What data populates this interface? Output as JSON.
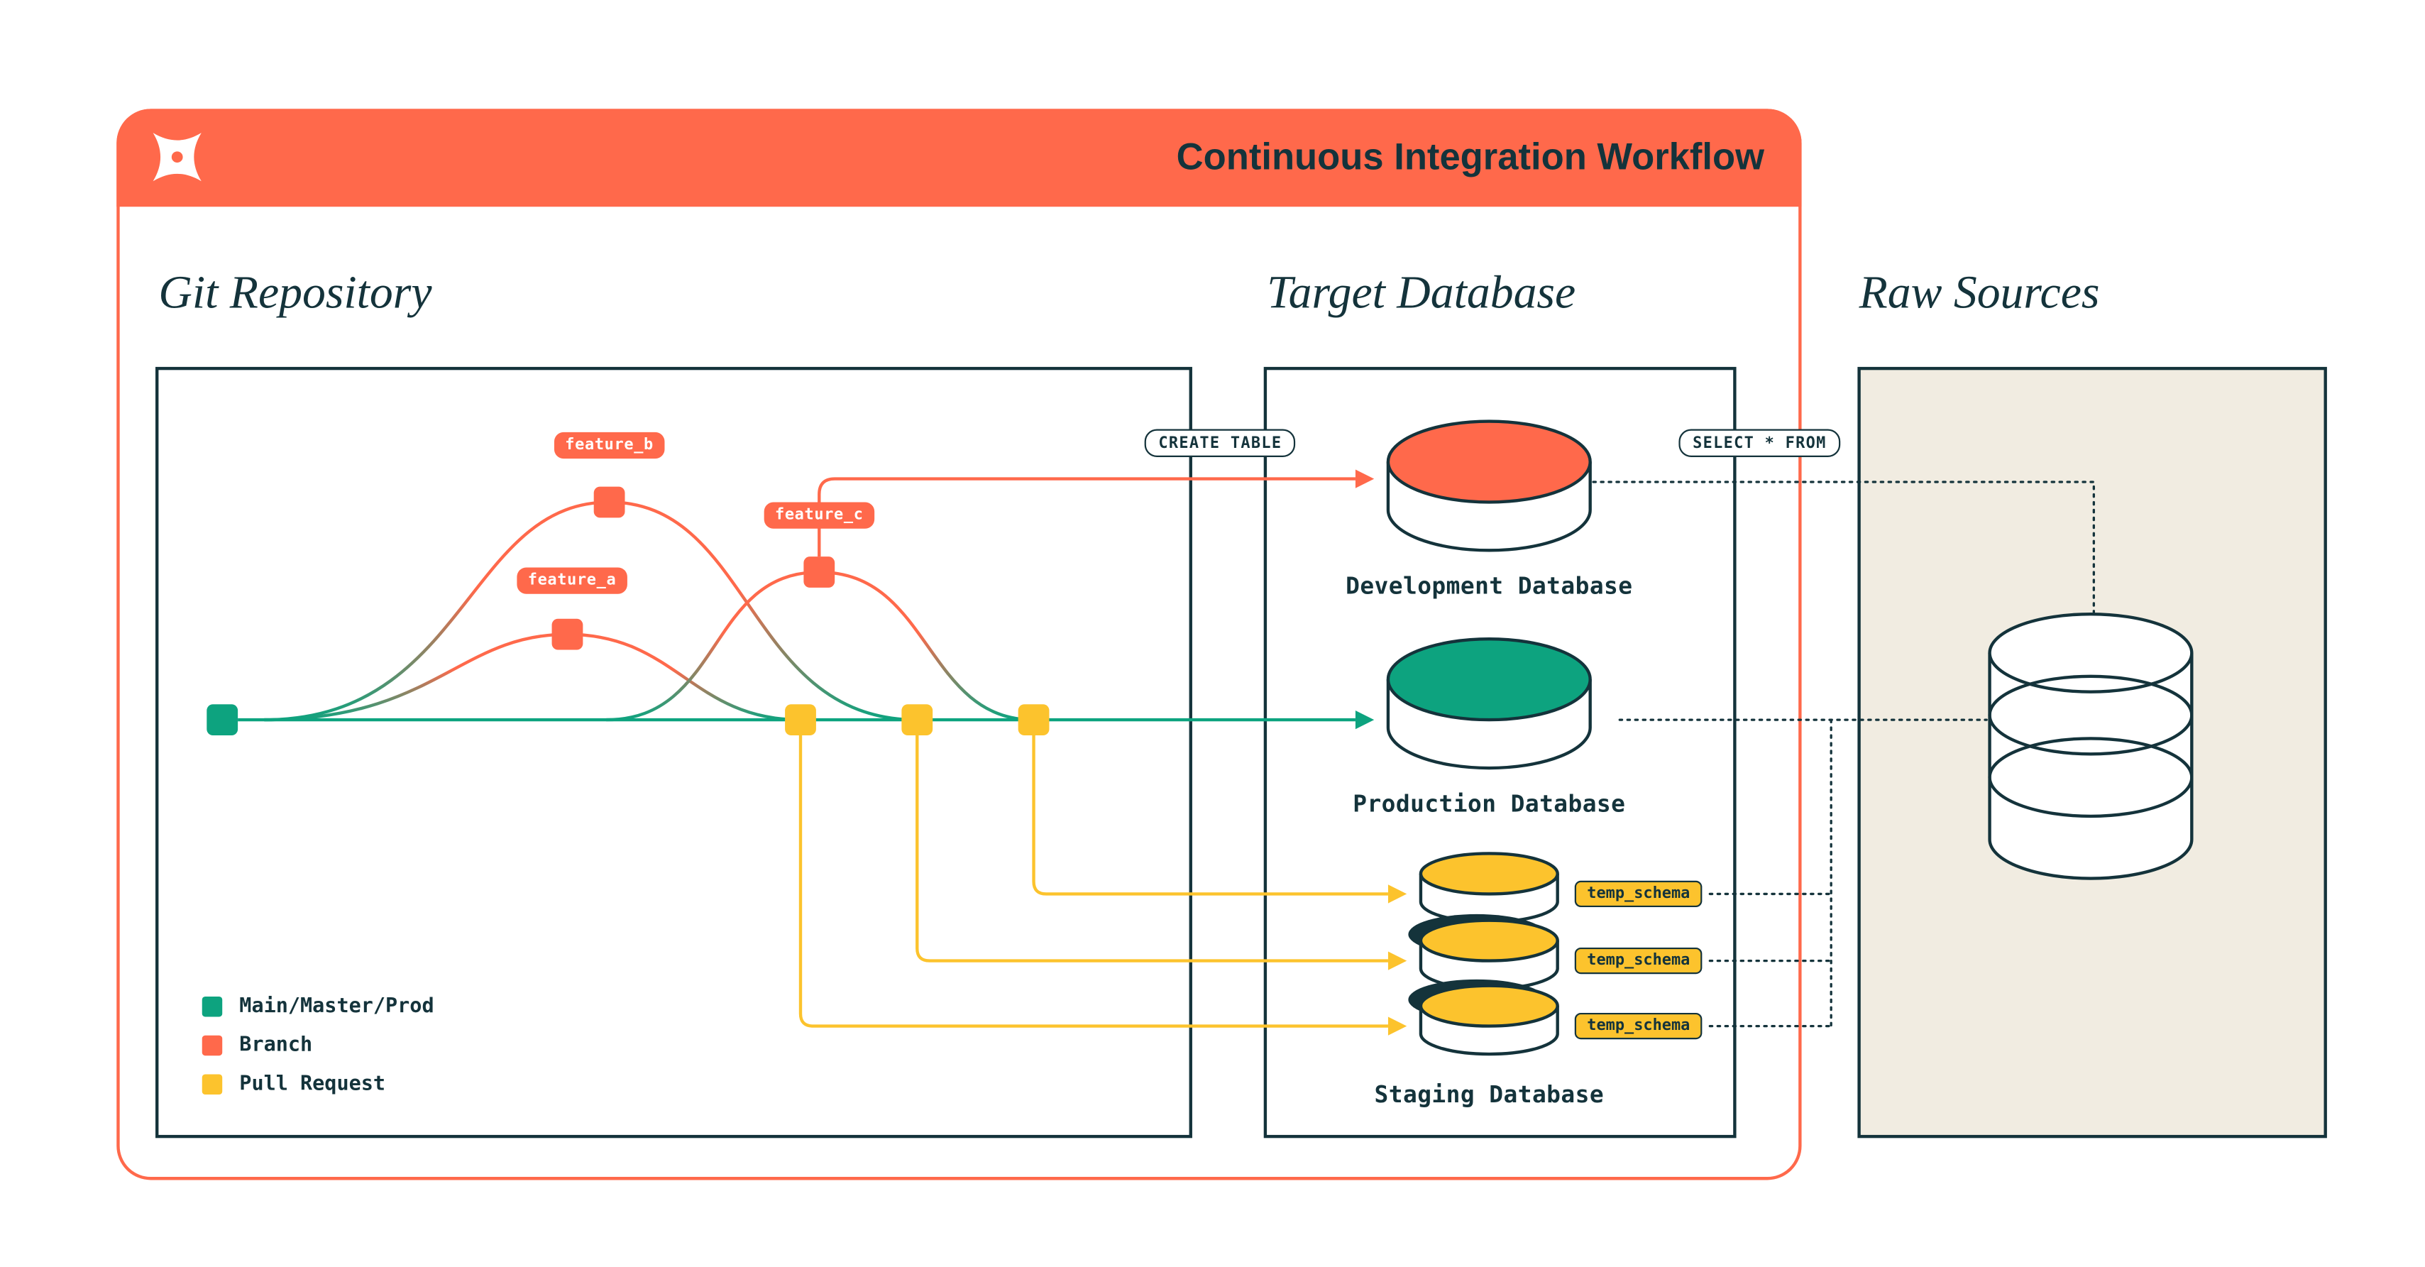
{
  "header": {
    "title": "Continuous Integration Workflow",
    "logo": "dbt-logo",
    "brand_color": "#FF694B"
  },
  "colors": {
    "orange": "#FF694B",
    "green": "#0DA37F",
    "yellow": "#FCC32D",
    "ink": "#14333B",
    "beige": "#F1ECE1"
  },
  "git_repository": {
    "heading": "Git Repository",
    "branch_labels": {
      "feature_a": "feature_a",
      "feature_b": "feature_b",
      "feature_c": "feature_c"
    },
    "legend": [
      {
        "label": "Main/Master/Prod",
        "color": "#0DA37F"
      },
      {
        "label": "Branch",
        "color": "#FF694B"
      },
      {
        "label": "Pull Request",
        "color": "#FCC32D"
      }
    ]
  },
  "target_database": {
    "heading": "Target Database",
    "databases": [
      {
        "name": "Development Database",
        "color": "#FF694B"
      },
      {
        "name": "Production Database",
        "color": "#0DA37F"
      },
      {
        "name": "Staging Database",
        "color": "#FCC32D"
      }
    ],
    "schema_badges": [
      "temp_schema",
      "temp_schema",
      "temp_schema"
    ]
  },
  "raw_sources": {
    "heading": "Raw Sources"
  },
  "sql_badges": {
    "create_table": "CREATE TABLE",
    "select_from": "SELECT * FROM"
  }
}
